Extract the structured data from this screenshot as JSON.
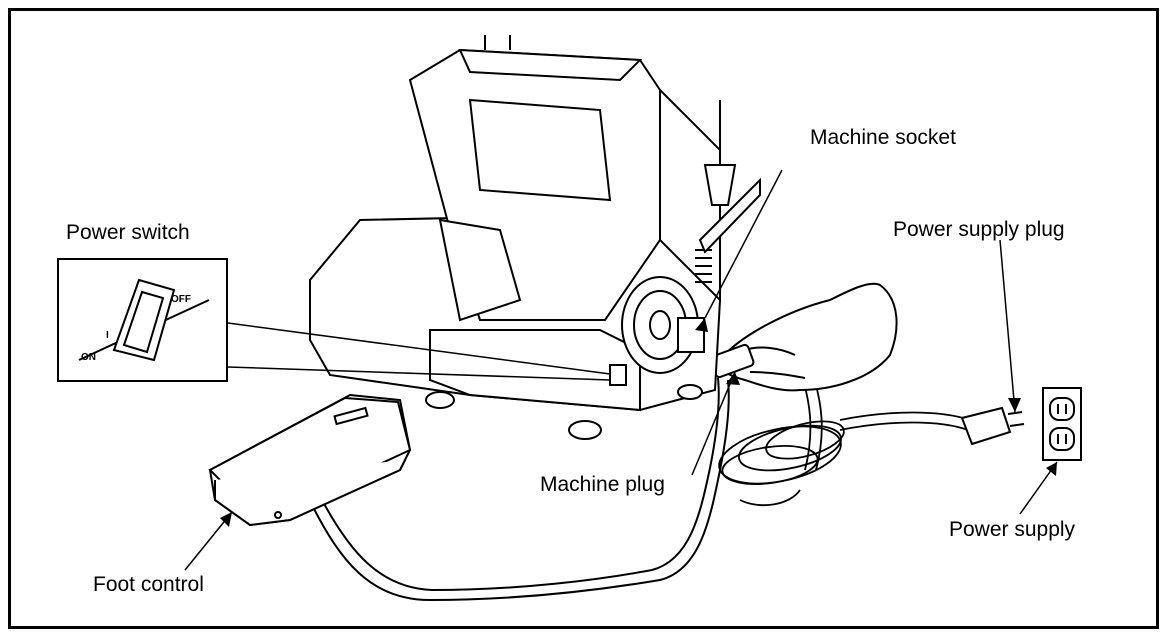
{
  "labels": {
    "machine_socket": "Machine socket",
    "power_switch": "Power switch",
    "power_supply_plug": "Power supply plug",
    "machine_plug": "Machine plug",
    "power_supply": "Power supply",
    "foot_control": "Foot control"
  },
  "switch_inset": {
    "on_text": "ON",
    "i_text": "I",
    "off_text": "OFF"
  },
  "colors": {
    "line": "#000000",
    "fill": "#ffffff"
  }
}
